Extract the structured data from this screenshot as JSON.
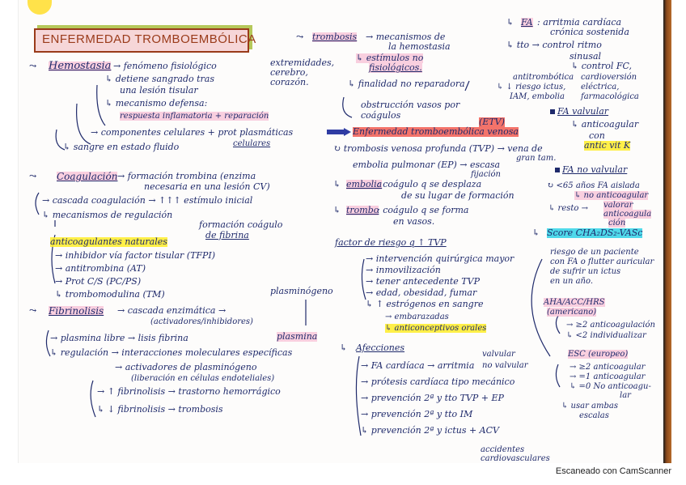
{
  "title": "ENFERMEDAD TROMBOEMBÓLICA",
  "footer": "Escaneado con CamScanner",
  "hemostasia": {
    "head": "Hemostasia",
    "l1": "→ fenómeno fisiológico",
    "l2": "↳ detiene sangrado tras",
    "l3": "una lesión tisular",
    "l4": "↳ mecanismo defensa:",
    "l5": "respuesta inflamatoria + reparación",
    "l6": "→ componentes celulares + prot plasmáticas",
    "l7": "celulares",
    "l8": "↳ sangre en estado fluido"
  },
  "coagulacion": {
    "head": "Coagulación",
    "l1": "→ formación trombina (enzima",
    "l2": "necesaria en una lesión CV)",
    "l3": "→ cascada coagulación → ↑↑↑ estímulo inicial",
    "l4": "↳ mecanismos de regulación",
    "l5": "formación coágulo",
    "l6": "de fibrina",
    "anticoag": "anticoagulantes naturales",
    "items": [
      "→ inhibidor vía factor tisular (TFPI)",
      "→ antitrombina (AT)",
      "→ Prot C/S (PC/PS)",
      "↳ trombomodulina (TM)"
    ]
  },
  "fibrinolisis": {
    "head": "Fibrinolisis",
    "l1": "→ cascada enzimática →",
    "l2": "(activadores/inhibidores)",
    "plasminogeno": "plasminógeno",
    "plasmina": "plasmina",
    "l3": "→ plasmina libre → lisis fibrina",
    "l4": "↳ regulación → interacciones moleculares específicas",
    "l5": "→ activadores de plasminógeno",
    "l6": "(liberación en células endoteliales)",
    "l7": "→ ↑ fibrinolisis → trastorno hemorrágico",
    "l8": "↳ ↓ fibrinolisis → trombosis"
  },
  "trombosis": {
    "head": "trombosis",
    "l1": "→ mecanismos de",
    "l2": "la hemostasia",
    "l3": "↳ estímulos no",
    "l4": "fisiológicos.",
    "loc1": "extremidades,",
    "loc2": "cerebro,",
    "loc3": "corazón.",
    "l5": "↳ finalidad no reparadora",
    "l6": "obstrucción vasos por",
    "l7": "coágulos"
  },
  "etv": {
    "head": "Enfermedad tromboembólica venosa",
    "abbr": "(ETV)",
    "l1": "↻ trombosis venosa profunda (TVP) → vena de",
    "l1b": "gran tam.",
    "l2": "embolia pulmonar (EP) → escasa",
    "l2b": "fijación",
    "l3a": "embolia",
    "l3": ": coágulo q se desplaza",
    "l4": "de su lugar de formación",
    "l5a": "trombo",
    "l5": ": coágulo q se forma",
    "l6": "en vasos."
  },
  "riesgo": {
    "head": "factor de riesgo q ↑ TVP",
    "items": [
      "→ intervención quirúrgica mayor",
      "→ inmovilización",
      "→ tener antecedente TVP",
      "→ edad, obesidad, fumar",
      "↳ ↑ estrógenos en sangre"
    ],
    "sub": [
      "→ embarazadas",
      "↳ anticonceptivos orales"
    ]
  },
  "afecciones": {
    "head": "Afecciones",
    "items": [
      "→ FA cardíaca → arritmia",
      "→ prótesis cardíaca tipo mecánico",
      "→ prevención 2ª y tto TVP + EP",
      "→ prevención 2ª y tto IM",
      "↳ prevención 2ª y ictus + ACV"
    ],
    "valvular": "valvular",
    "novalvular": "no valvular",
    "acv1": "accidentes",
    "acv2": "cardiovasculares"
  },
  "fa": {
    "head": "FA",
    "l1": ": arritmia cardíaca",
    "l2": "crónica sostenida",
    "l3": "↳ tto → control ritmo",
    "l4": "sinusal",
    "l5": "↳ control FC,",
    "l6": "antitrombótica",
    "l7": "cardioversión",
    "l8": "↳ ↓ riesgo ictus,",
    "l9": "eléctrica,",
    "l10": "IAM, embolia",
    "l11": "farmacológica",
    "valv": "FA valvular",
    "valv1": "↳ anticoagular",
    "valv2": "con",
    "valv3": "antic vit K",
    "noval": "FA no valvular",
    "nv1": "↻ <65 años FA aislada",
    "nv2": "↳ no anticoagular",
    "nv3": "↳ resto →",
    "nv4": "valorar",
    "nv5": "anticoagula",
    "nv6": "ción",
    "score": "Score CHA₂DS₂-VASc",
    "s1": "riesgo de un paciente",
    "s2": "con FA o flutter auricular",
    "s3": "de sufrir un ictus",
    "s4": "en un año.",
    "aha": "AHA/ACC/HRS",
    "aha2": "(americano)",
    "a1": "→ ≥2 anticoagulación",
    "a2": "↳ <2 individualizar",
    "esc": "ESC (europeo)",
    "e1": "→ ≥2 anticoagular",
    "e2": "→ =1 anticoagular",
    "e3": "↳ =0 No anticoagu-",
    "e4": "lar",
    "e5": "↳ usar ambas",
    "e6": "escalas"
  }
}
